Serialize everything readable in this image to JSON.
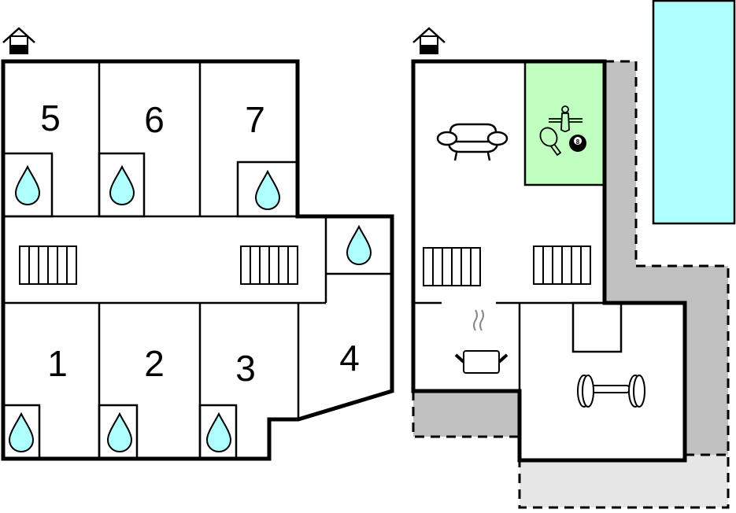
{
  "plan": {
    "colors": {
      "water": "#b0ffff",
      "recreation_room": "#c0ffc0",
      "terrace": "#c0c0c0",
      "terrace_light": "#e6e6e6",
      "pool": "#b0ffff",
      "wall": "#000000"
    },
    "floors": [
      {
        "name": "left-floor",
        "entrance_icon": "house-entrance-icon",
        "rooms": [
          {
            "number": "5",
            "has_bathroom": true
          },
          {
            "number": "6",
            "has_bathroom": true
          },
          {
            "number": "7",
            "has_bathroom": true
          },
          {
            "number": "1",
            "has_bathroom": true
          },
          {
            "number": "2",
            "has_bathroom": true
          },
          {
            "number": "3",
            "has_bathroom": true
          },
          {
            "number": "4",
            "has_bathroom": true
          }
        ],
        "stairs": 2
      },
      {
        "name": "right-floor",
        "entrance_icon": "house-entrance-icon",
        "areas": [
          {
            "name": "living-room",
            "icon": "sofa-icon"
          },
          {
            "name": "games-room",
            "icons": [
              "table-football-icon",
              "ping-pong-icon",
              "billiard-ball-icon"
            ]
          },
          {
            "name": "kitchen",
            "icon": "cooking-pot-icon"
          },
          {
            "name": "fitness-room",
            "icon": "dumbbell-icon"
          },
          {
            "name": "terrace",
            "icon": "terrace-area"
          },
          {
            "name": "pool",
            "icon": "swimming-pool"
          }
        ],
        "stairs": 2,
        "billiard_ball_label": "8"
      }
    ]
  }
}
